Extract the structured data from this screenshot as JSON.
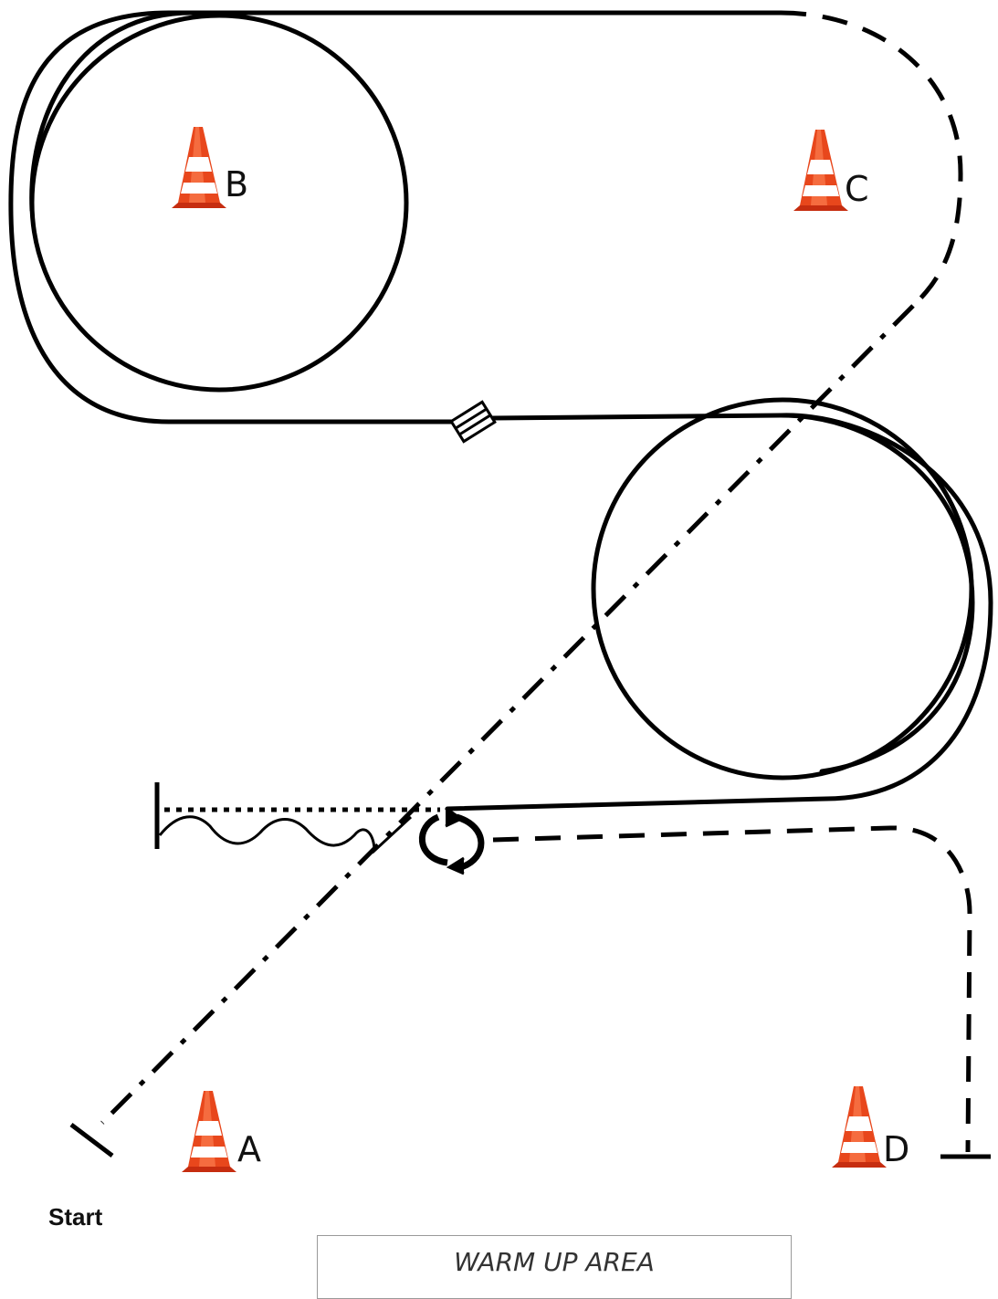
{
  "cones": [
    {
      "id": "B",
      "label": "B"
    },
    {
      "id": "C",
      "label": "C"
    },
    {
      "id": "A",
      "label": "A"
    },
    {
      "id": "D",
      "label": "D"
    }
  ],
  "start_label": "Start",
  "warm_up_label": "WARM UP AREA",
  "colors": {
    "line": "#000000",
    "cone_orange": "#e8471c",
    "cone_stripe": "#ffffff",
    "box_border": "#9a9a9a"
  },
  "icons": [
    "traffic-cone-icon",
    "rotate-arrows-icon",
    "gate-icon"
  ]
}
